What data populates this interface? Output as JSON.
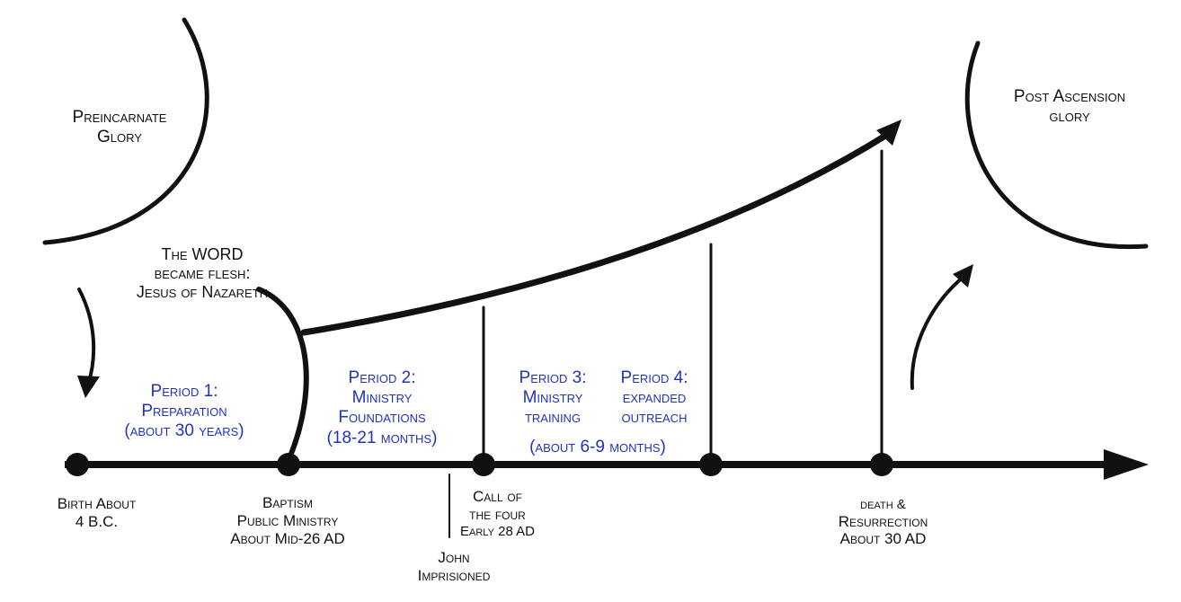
{
  "colors": {
    "ink": "#111111",
    "period": "#2233bb",
    "background": "#ffffff"
  },
  "glory": {
    "pre": {
      "line1": "Preincarnate",
      "line2": "Glory"
    },
    "post": {
      "line1": "Post Ascension",
      "line2": "glory"
    }
  },
  "incarnation": {
    "line1": "The WORD",
    "line2": "became flesh:",
    "line3": "Jesus of Nazareth"
  },
  "periods": [
    {
      "line1": "Period 1:",
      "line2": "Preparation",
      "line3": "(about 30 years)"
    },
    {
      "line1": "Period 2:",
      "line2": "Ministry",
      "line3": "Foundations",
      "line4": "(18-21 months)"
    },
    {
      "line1": "Period 3:",
      "line2": "Ministry",
      "line3": "training"
    },
    {
      "line1": "Period 4:",
      "line2": "expanded",
      "line3": "outreach"
    }
  ],
  "period_3_4_duration": "(about 6-9 months)",
  "events": [
    {
      "line1": "Birth About",
      "line2": "4 B.C."
    },
    {
      "line1": "Baptism",
      "line2": "Public Ministry",
      "line3": "About Mid-26 AD"
    },
    {
      "line1": "John",
      "line2": "Imprisioned"
    },
    {
      "line1": "Call of",
      "line2": "the four",
      "line3": "Early 28 AD"
    },
    {
      "line1": "death &",
      "line2": "Resurrection",
      "line3": "About 30 AD"
    }
  ]
}
